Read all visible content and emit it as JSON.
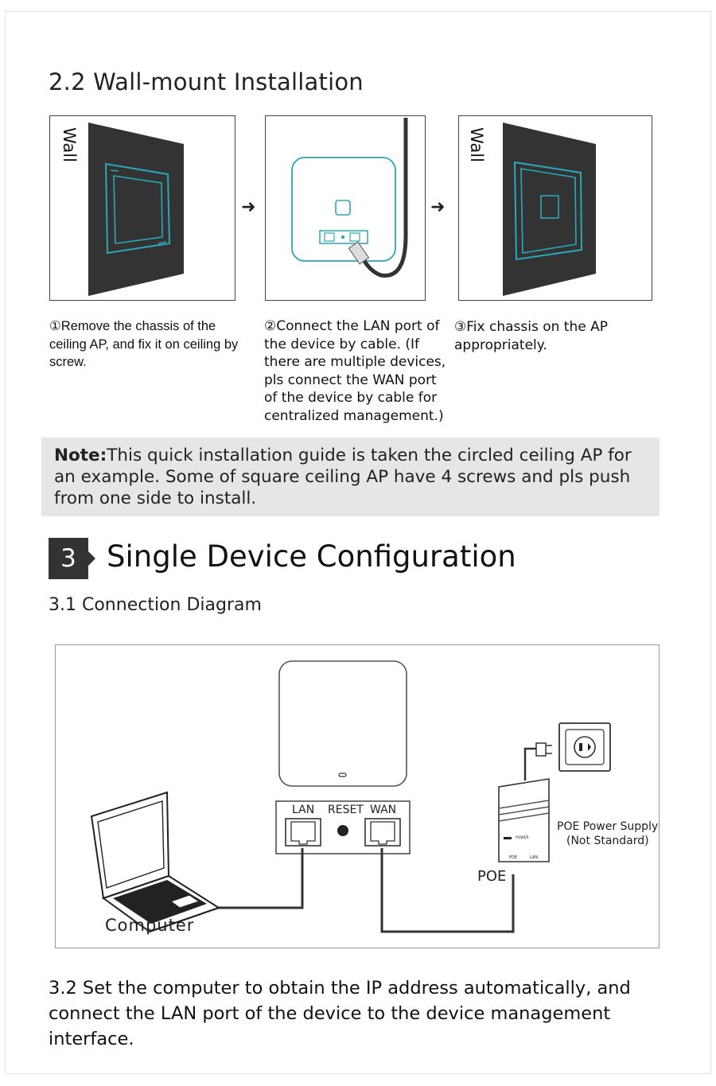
{
  "section_2_2": {
    "title": "2.2 Wall-mount Installation",
    "wall_label_1": "Wall",
    "wall_label_3": "Wall",
    "arrow_1": "➜",
    "arrow_2": "➜",
    "steps": [
      {
        "text": "①Remove the chassis of the ceiling AP, and fix it on ceiling by screw."
      },
      {
        "text": "②Connect the LAN port of the device by cable. (If there are multiple devices, pls connect the WAN port of the device by cable for centralized management.)"
      },
      {
        "text": "③Fix chassis on the AP appropriately."
      }
    ]
  },
  "note": {
    "label": "Note:",
    "text": "This quick installation guide is taken the circled ceiling AP for an example. Some of square ceiling AP have 4 screws and pls push from one side to install."
  },
  "section_3": {
    "number": "3",
    "title": "Single Device Configuration",
    "subtitle": "3.1 Connection Diagram"
  },
  "diagram": {
    "lan_label": "LAN",
    "reset_label": "RESET",
    "wan_label": "WAN",
    "poe_label": "POE",
    "poe_supply_label": "POE Power Supply",
    "poe_supply_note": "(Not Standard)",
    "computer_label": "Computer",
    "adapter_power_text": "POWER",
    "adapter_poe_text": "POE",
    "adapter_lan_text": "LAN",
    "accent_color": "#1a8fa0"
  },
  "section_3_2": {
    "text": "3.2 Set the computer to obtain the IP address automatically, and connect the LAN port of the device to the device management interface."
  }
}
